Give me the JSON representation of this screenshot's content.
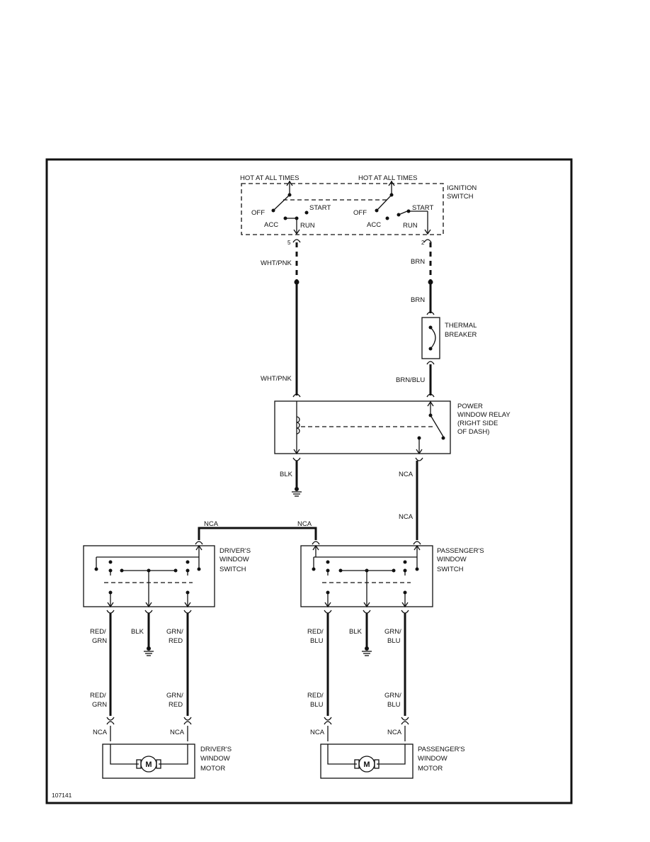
{
  "figure_id": "107141",
  "ignition": {
    "hot_left": "HOT AT ALL TIMES",
    "hot_right": "HOT AT ALL TIMES",
    "title_l1": "IGNITION",
    "title_l2": "SWITCH",
    "off": "OFF",
    "start": "START",
    "acc": "ACC",
    "run": "RUN",
    "pin_left": "5",
    "pin_right": "2"
  },
  "wires": {
    "wht_pnk": "WHT/PNK",
    "brn": "BRN",
    "brn_blu": "BRN/BLU",
    "blk": "BLK",
    "nca": "NCA",
    "red": "RED/",
    "grn": "GRN",
    "grn_slash": "GRN/",
    "red_plain": "RED",
    "blu": "BLU"
  },
  "breaker": {
    "l1": "THERMAL",
    "l2": "BREAKER"
  },
  "relay": {
    "l1": "POWER",
    "l2": "WINDOW RELAY",
    "l3": "(RIGHT SIDE",
    "l4": "OF DASH)"
  },
  "driver_switch": {
    "l1": "DRIVER'S",
    "l2": "WINDOW",
    "l3": "SWITCH"
  },
  "passenger_switch": {
    "l1": "PASSENGER'S",
    "l2": "WINDOW",
    "l3": "SWITCH"
  },
  "driver_motor": {
    "l1": "DRIVER'S",
    "l2": "WINDOW",
    "l3": "MOTOR"
  },
  "passenger_motor": {
    "l1": "PASSENGER'S",
    "l2": "WINDOW",
    "l3": "MOTOR"
  },
  "motor_symbol": "M"
}
